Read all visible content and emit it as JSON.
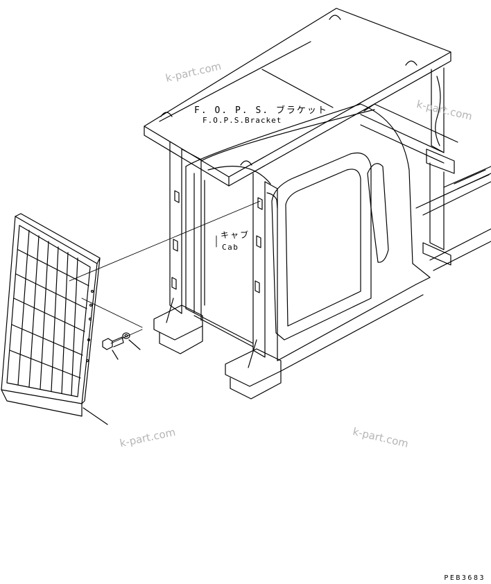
{
  "labels": {
    "fops_jp": "F. O. P. S. ブラケット",
    "fops_en": "F.O.P.S.Bracket",
    "cab_jp": "キャブ",
    "cab_en": "Cab"
  },
  "watermark": "k-part.com",
  "drawing_code": "PEB3683",
  "colors": {
    "line": "#000000",
    "watermark": "#b5b5b5",
    "background": "#ffffff"
  }
}
